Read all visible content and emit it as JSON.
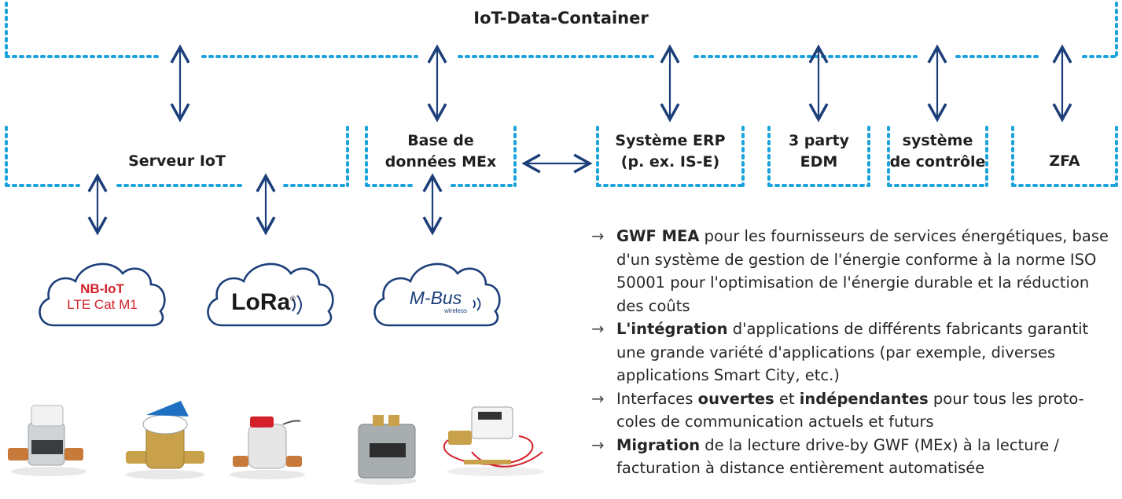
{
  "container": {
    "title": "IoT-Data-Container"
  },
  "boxes": {
    "iot_server": "Serveur IoT",
    "mex_db_line1": "Base de",
    "mex_db_line2": "données MEx",
    "erp_line1": "Système ERP",
    "erp_line2": "(p. ex. IS-E)",
    "edm_line1": "3 party",
    "edm_line2": "EDM",
    "control_line1": "système",
    "control_line2": "de contrôle",
    "zfa": "ZFA"
  },
  "clouds": {
    "nbiot_line1": "NB-IoT",
    "nbiot_line2": "LTE Cat M1",
    "lora": "LoRa",
    "lora_mark": "®",
    "mbus": "M-Bus",
    "mbus_sub": "wireless"
  },
  "colors": {
    "dotted_line": "#1aa3dc",
    "arrow": "#1c3f7a",
    "nbiot_red": "#d4202b",
    "cloud_stroke": "#1c3f7a"
  },
  "bullets": [
    {
      "bold_prefix": "GWF MEA",
      "text": " pour les fournisseurs de services énergétiques, base d'un système de gestion de l'énergie conforme à la norme ISO 50001 pour l'optimisation de l'énergie durable et la réduction des coûts"
    },
    {
      "bold_prefix": "L'intégration",
      "text": " d'applications de différents fabricants garantit une grande variété d'applications (par exemple, diverses applications Smart City, etc.)"
    },
    {
      "pre": "Interfaces ",
      "bold1": "ouvertes",
      "mid": " et ",
      "bold2": "indépendantes",
      "post": " pour tous les proto-coles de communication actuels et futurs"
    },
    {
      "bold_prefix": "Migration",
      "text": " de la lecture drive-by GWF (MEx) à la lecture / facturation à distance entièrement automatisée"
    }
  ],
  "devices": [
    "water-meter-electronic",
    "water-meter-brass-blue",
    "water-meter-red-module",
    "gas-meter",
    "heat-meter-kit"
  ]
}
